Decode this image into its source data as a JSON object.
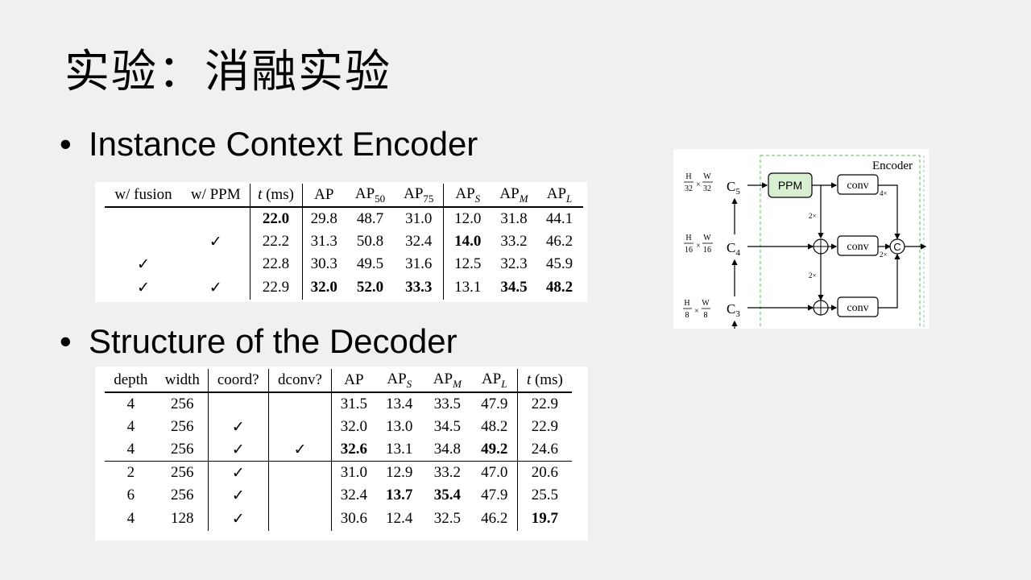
{
  "slide": {
    "title": "实验：消融实验",
    "bullet_1": "Instance Context Encoder",
    "bullet_2": "Structure of the Decoder",
    "bullet_symbol": "•"
  },
  "table_encoder": {
    "headers": [
      "w/ fusion",
      "w/ PPM",
      "t (ms)",
      "AP",
      "AP50",
      "AP75",
      "APS",
      "APM",
      "APL"
    ],
    "rows": [
      {
        "fusion": "",
        "ppm": "",
        "t": "22.0",
        "ap": "29.8",
        "ap50": "48.7",
        "ap75": "31.0",
        "aps": "12.0",
        "apm": "31.8",
        "apl": "44.1"
      },
      {
        "fusion": "",
        "ppm": "✓",
        "t": "22.2",
        "ap": "31.3",
        "ap50": "50.8",
        "ap75": "32.4",
        "aps": "14.0",
        "apm": "33.2",
        "apl": "46.2"
      },
      {
        "fusion": "✓",
        "ppm": "",
        "t": "22.8",
        "ap": "30.3",
        "ap50": "49.5",
        "ap75": "31.6",
        "aps": "12.5",
        "apm": "32.3",
        "apl": "45.9"
      },
      {
        "fusion": "✓",
        "ppm": "✓",
        "t": "22.9",
        "ap": "32.0",
        "ap50": "52.0",
        "ap75": "33.3",
        "aps": "13.1",
        "apm": "34.5",
        "apl": "48.2"
      }
    ]
  },
  "table_decoder": {
    "headers": [
      "depth",
      "width",
      "coord?",
      "dconv?",
      "AP",
      "APS",
      "APM",
      "APL",
      "t (ms)"
    ],
    "rows": [
      {
        "depth": "4",
        "width": "256",
        "coord": "",
        "dconv": "",
        "ap": "31.5",
        "aps": "13.4",
        "apm": "33.5",
        "apl": "47.9",
        "t": "22.9"
      },
      {
        "depth": "4",
        "width": "256",
        "coord": "✓",
        "dconv": "",
        "ap": "32.0",
        "aps": "13.0",
        "apm": "34.5",
        "apl": "48.2",
        "t": "22.9"
      },
      {
        "depth": "4",
        "width": "256",
        "coord": "✓",
        "dconv": "✓",
        "ap": "32.6",
        "aps": "13.1",
        "apm": "34.8",
        "apl": "49.2",
        "t": "24.6"
      },
      {
        "depth": "2",
        "width": "256",
        "coord": "✓",
        "dconv": "",
        "ap": "31.0",
        "aps": "12.9",
        "apm": "33.2",
        "apl": "47.0",
        "t": "20.6"
      },
      {
        "depth": "6",
        "width": "256",
        "coord": "✓",
        "dconv": "",
        "ap": "32.4",
        "aps": "13.7",
        "apm": "35.4",
        "apl": "47.9",
        "t": "25.5"
      },
      {
        "depth": "4",
        "width": "128",
        "coord": "✓",
        "dconv": "",
        "ap": "30.6",
        "aps": "12.4",
        "apm": "32.5",
        "apl": "46.2",
        "t": "19.7"
      }
    ]
  },
  "diagram": {
    "encoder_label": "Encoder",
    "ppm": "PPM",
    "conv": "conv",
    "concat": "C",
    "c5": "C5",
    "c4": "C4",
    "c3": "C3",
    "up4": "4×",
    "up2": "2×",
    "s32": {
      "h": "H",
      "hd": "32",
      "w": "W",
      "wd": "32"
    },
    "s16": {
      "h": "H",
      "hd": "16",
      "w": "W",
      "wd": "16"
    },
    "s8": {
      "h": "H",
      "hd": "8",
      "w": "W",
      "wd": "8"
    },
    "times": "×"
  }
}
